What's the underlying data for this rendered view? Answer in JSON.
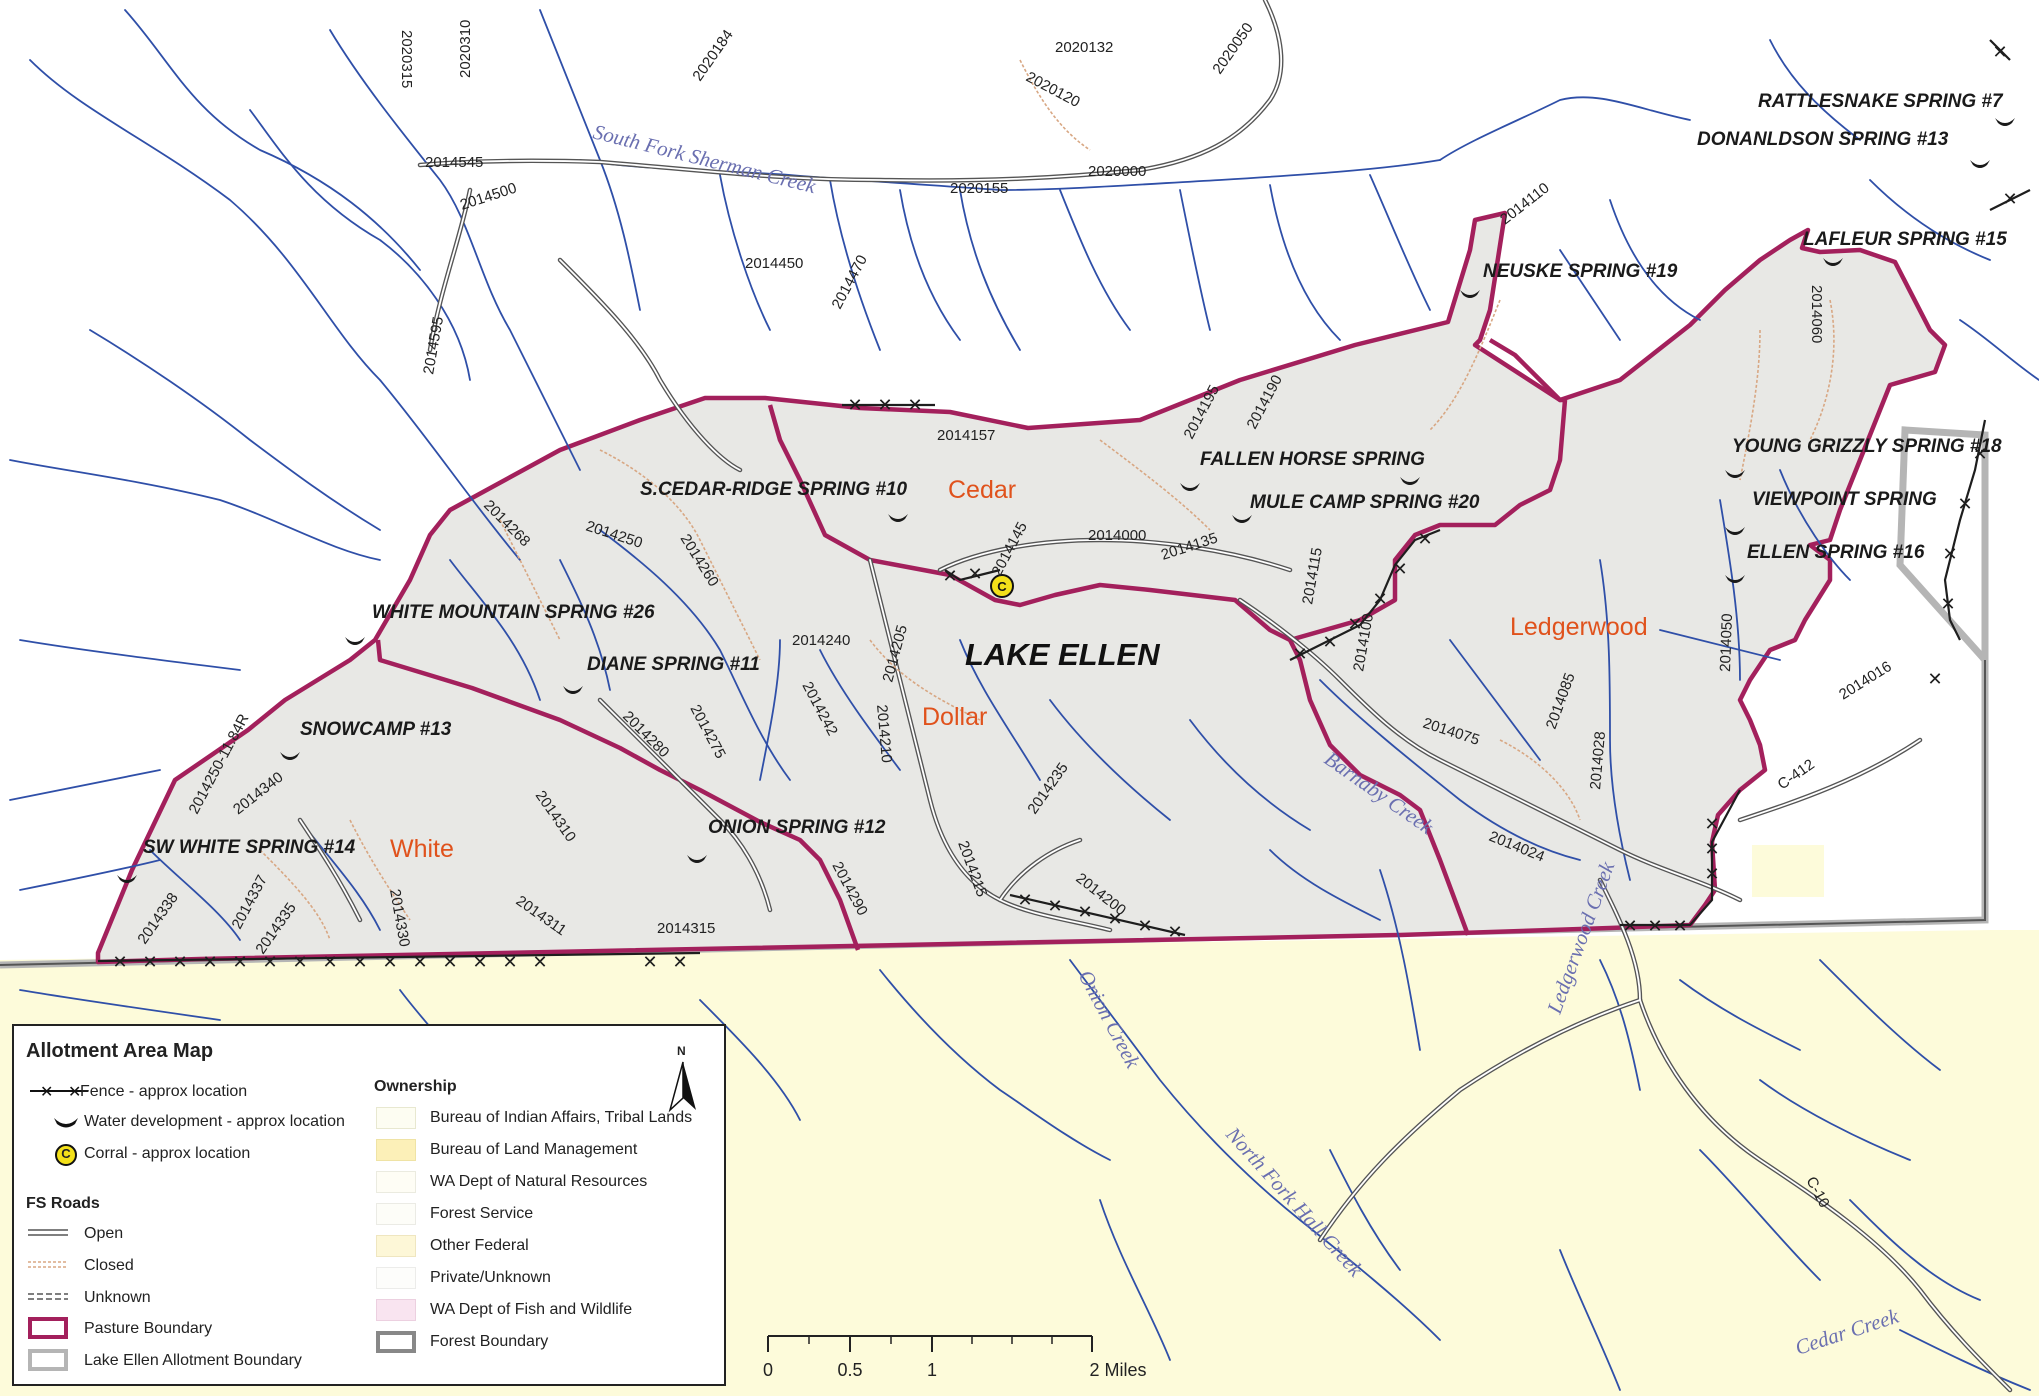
{
  "map": {
    "title": "LAKE ELLEN",
    "pastures": [
      "Cedar",
      "Dollar",
      "Ledgerwood",
      "White"
    ],
    "springs": [
      "RATTLESNAKE SPRING #7",
      "DONANLDSON SPRING #13",
      "LAFLEUR SPRING #15",
      "NEUSKE SPRING #19",
      "FALLEN HORSE SPRING",
      "YOUNG GRIZZLY SPRING #18",
      "MULE CAMP SPRING #20",
      "VIEWPOINT SPRING",
      "S.CEDAR-RIDGE SPRING #10",
      "ELLEN SPRING #16",
      "WHITE MOUNTAIN SPRING #26",
      "DIANE SPRING #11",
      "SNOWCAMP #13",
      "ONION SPRING #12",
      "SW WHITE SPRING #14"
    ],
    "creeks": [
      "South Fork Sherman Creek",
      "Barnaby Creek",
      "Onion Creek",
      "North Fork Hall Creek",
      "Ledgerwood Creek",
      "Cedar Creek"
    ],
    "roads": [
      "2020315",
      "2020310",
      "2020184",
      "2020132",
      "2020050",
      "2020120",
      "2014545",
      "2014500",
      "2020155",
      "2020000",
      "2014110",
      "2014450",
      "2014470",
      "2014595",
      "2014060",
      "2014195",
      "2014190",
      "2014157",
      "2014268",
      "2014250",
      "2014145",
      "2014000",
      "2014260",
      "2014135",
      "2014115",
      "2014240",
      "2014205",
      "2014100",
      "2014050",
      "2014016",
      "2014085",
      "2014242",
      "2014210",
      "2014075",
      "C-412",
      "2014250-11.84R",
      "2014275",
      "2014028",
      "2014340",
      "2014280",
      "2014235",
      "2014310",
      "2014024",
      "2014200",
      "2014215",
      "2014290",
      "2014338",
      "2014337",
      "2014335",
      "2014330",
      "2014311",
      "2014315",
      "C-10"
    ]
  },
  "legend": {
    "title": "Allotment Area Map",
    "north": "N",
    "symbols": [
      {
        "label": "Fence - approx location",
        "icon": "fence-icon"
      },
      {
        "label": "Water development - approx location",
        "icon": "water-development-icon"
      },
      {
        "label": "Corral - approx location",
        "icon": "corral-icon",
        "glyph": "C"
      }
    ],
    "roads_heading": "FS Roads",
    "roads": [
      "Open",
      "Closed",
      "Unknown"
    ],
    "boundaries": [
      "Pasture Boundary",
      "Lake Ellen Allotment Boundary"
    ],
    "ownership_heading": "Ownership",
    "ownership": [
      {
        "label": "Bureau of Indian Affairs, Tribal Lands",
        "color": "#fdfdf2"
      },
      {
        "label": "Bureau of Land Management",
        "color": "#fcf0b8"
      },
      {
        "label": "WA Dept of Natural Resources",
        "color": "#fefdf5"
      },
      {
        "label": "Forest Service",
        "color": "#fdfdf8"
      },
      {
        "label": "Other Federal",
        "color": "#fdf7d7"
      },
      {
        "label": "Private/Unknown",
        "color": "#fdfdfb"
      },
      {
        "label": "WA Dept of Fish and Wildlife",
        "color": "#f9e4f0"
      },
      {
        "label": "Forest Boundary",
        "color": "#888888"
      }
    ]
  },
  "scale": {
    "ticks": [
      "0",
      "0.5",
      "1",
      "2 Miles"
    ]
  },
  "colors": {
    "allotment_fill": "#e8e8e5",
    "private_land": "#fdfbda",
    "pasture_boundary": "#a3205c",
    "allotment_boundary": "#b5b5b5",
    "stream": "#2f4fa8",
    "open_road": "#555555",
    "closed_road": "#d8a783",
    "spring_label": "#1a1a1a",
    "pasture_label": "#e0521c",
    "creek_label": "#6a6fb0"
  }
}
